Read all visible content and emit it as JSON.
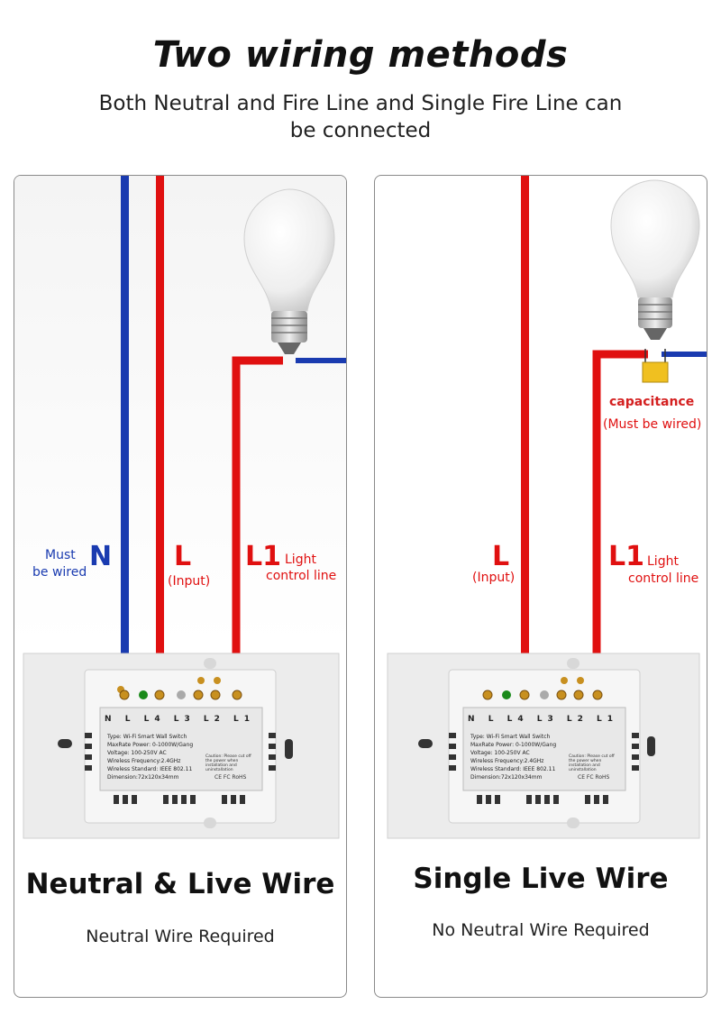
{
  "header": {
    "title": "Two wiring methods",
    "subtitle": "Both Neutral and Fire Line and Single Fire Line can be connected"
  },
  "left_panel": {
    "title": "Neutral & Live Wire",
    "note": "Neutral Wire Required",
    "n_label": "N",
    "n_note_1": "Must",
    "n_note_2": "be wired",
    "l_label": "L",
    "l_note": "(Input)",
    "l1_label": "L1",
    "l1_note_1": "Light",
    "l1_note_2": "control line"
  },
  "right_panel": {
    "title": "Single Live Wire",
    "note": "No Neutral Wire Required",
    "l_label": "L",
    "l_note": "(Input)",
    "l1_label": "L1",
    "l1_note_1": "Light",
    "l1_note_2": "control line",
    "cap_label": "capacitance",
    "cap_note": "(Must be wired)"
  },
  "switch_label": {
    "terminals": [
      "N",
      "L",
      "L4",
      "L3",
      "L2",
      "L1"
    ],
    "line1": "Type: Wi-Fi Smart Wall Switch",
    "line2": "MaxRate Power: 0-1000W/Gang",
    "line3": "Voltage: 100-250V AC",
    "line4": "Wireless Frequency:2.4GHz",
    "line5": "Wireless Standard: IEEE 802.11",
    "line6": "Dimension:72x120x34mm",
    "caution": "Caution: Please cut off the power when installation and uninstallation",
    "marks": "CE FC RoHS"
  },
  "colors": {
    "live": "#e01010",
    "neutral": "#1a3bb0",
    "capacitor": "#f0c020"
  }
}
